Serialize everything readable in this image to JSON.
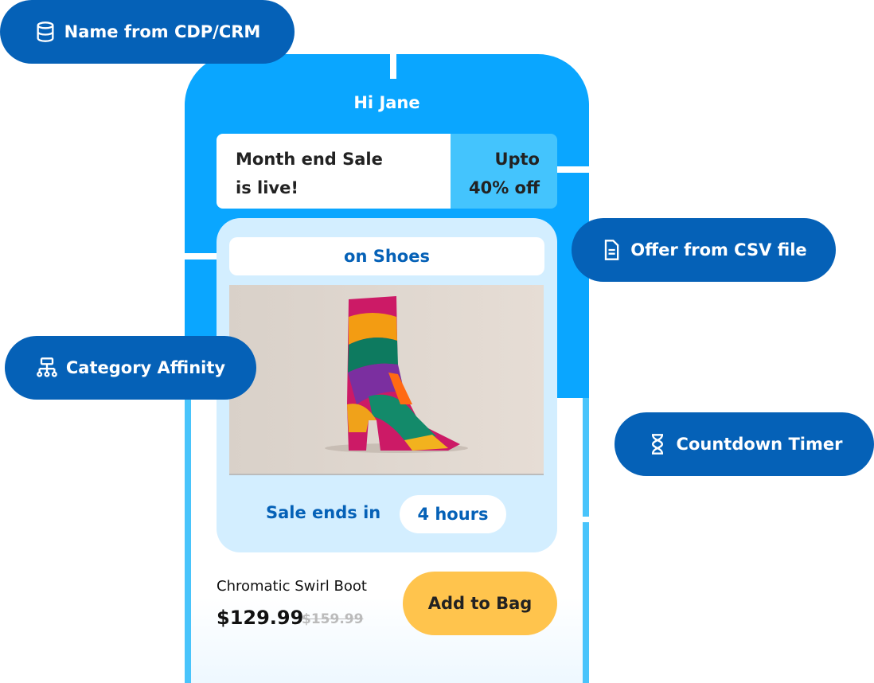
{
  "badges": {
    "name_source": {
      "label": "Name from CDP/CRM",
      "icon": "database-icon"
    },
    "offer_source": {
      "label": "Offer from CSV file",
      "icon": "file-icon"
    },
    "category": {
      "label": "Category Affinity",
      "icon": "hierarchy-icon"
    },
    "timer": {
      "label": "Countdown Timer",
      "icon": "hourglass-icon"
    }
  },
  "email": {
    "greeting": "Hi Jane",
    "offer_line1": "Month end Sale",
    "offer_line2": "is live!",
    "discount_line1": "Upto",
    "discount_line2": "40% off",
    "category_label": "on Shoes",
    "sale_ends_label": "Sale ends in",
    "countdown": "4 hours",
    "product_name": "Chromatic Swirl Boot",
    "price": "$129.99",
    "original_price": "$159.99",
    "cta": "Add to Bag"
  },
  "colors": {
    "brand": "#0561b7",
    "header": "#0aa6ff",
    "accent": "#44c4fd",
    "cta": "#ffc44d"
  }
}
